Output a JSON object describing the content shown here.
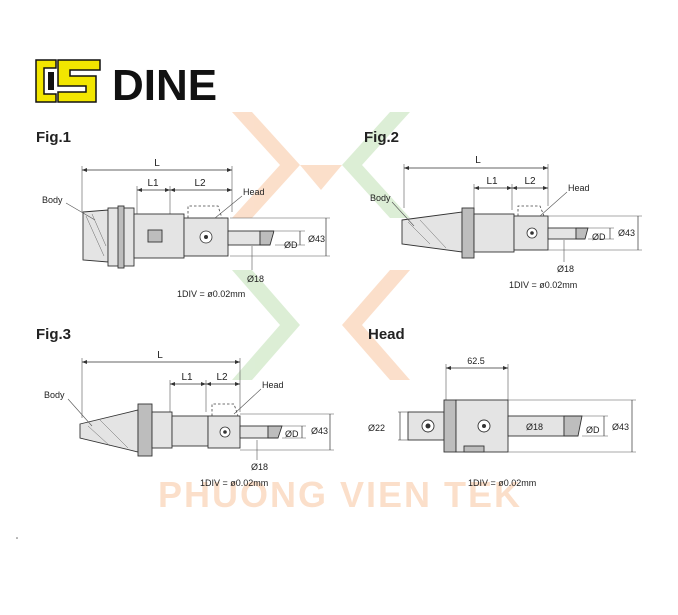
{
  "brand": {
    "name": "DINE",
    "colors": {
      "logo_yellow": "#f2e600",
      "logo_black": "#111111"
    }
  },
  "watermark": {
    "text": "PHUONG VIEN TEK",
    "colors": {
      "orange": "#f4a46a",
      "green": "#9ccf8a"
    }
  },
  "figures": {
    "fig1": {
      "title": "Fig.1",
      "dims": {
        "L": "L",
        "L1": "L1",
        "L2": "L2",
        "od": "ØD",
        "o43": "Ø43",
        "o18": "Ø18"
      },
      "labels": {
        "body": "Body",
        "head": "Head"
      },
      "caption": "1DIV = ø0.02mm"
    },
    "fig2": {
      "title": "Fig.2",
      "dims": {
        "L": "L",
        "L1": "L1",
        "L2": "L2",
        "od": "ØD",
        "o43": "Ø43",
        "o18": "Ø18"
      },
      "labels": {
        "body": "Body",
        "head": "Head"
      },
      "caption": "1DIV = ø0.02mm"
    },
    "fig3": {
      "title": "Fig.3",
      "dims": {
        "L": "L",
        "L1": "L1",
        "L2": "L2",
        "od": "ØD",
        "o43": "Ø43",
        "o18": "Ø18"
      },
      "labels": {
        "body": "Body",
        "head": "Head"
      },
      "caption": "1DIV = ø0.02mm"
    },
    "head": {
      "title": "Head",
      "dims": {
        "w": "62.5",
        "o22": "Ø22",
        "o18": "Ø18",
        "od": "ØD",
        "o43": "Ø43"
      },
      "caption": "1DIV = ø0.02mm"
    }
  }
}
